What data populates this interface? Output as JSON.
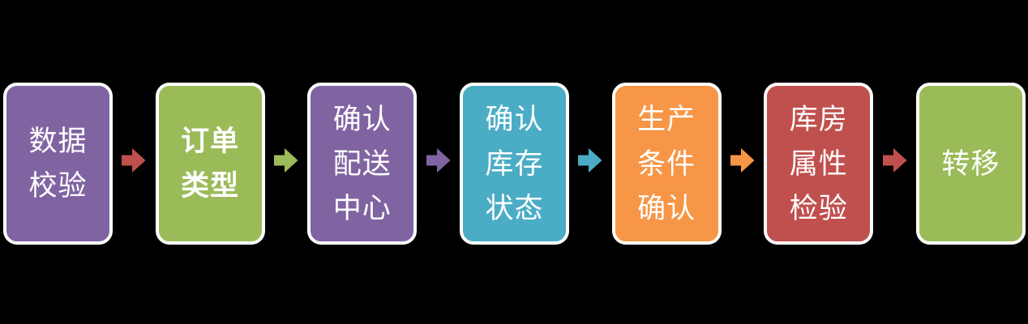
{
  "canvas": {
    "background": "#000000",
    "border_color": "#FFFFFF",
    "text_color": "#FFFFFF"
  },
  "diagram": {
    "type": "process-flow",
    "direction": "left-to-right",
    "steps": [
      {
        "id": 1,
        "label": "数据校验",
        "lines": [
          "数据",
          "校验"
        ],
        "fill": "#8064A2",
        "bold": false
      },
      {
        "id": 2,
        "label": "订单类型",
        "lines": [
          "订单",
          "类型"
        ],
        "fill": "#9BBB59",
        "bold": true
      },
      {
        "id": 3,
        "label": "确认配送中心",
        "lines": [
          "确认",
          "配送",
          "中心"
        ],
        "fill": "#8064A2",
        "bold": false
      },
      {
        "id": 4,
        "label": "确认库存状态",
        "lines": [
          "确认",
          "库存",
          "状态"
        ],
        "fill": "#4BACC6",
        "bold": false
      },
      {
        "id": 5,
        "label": "生产条件确认",
        "lines": [
          "生产",
          "条件",
          "确认"
        ],
        "fill": "#F79646",
        "bold": false
      },
      {
        "id": 6,
        "label": "库房属性检验",
        "lines": [
          "库房",
          "属性",
          "检验"
        ],
        "fill": "#C0504D",
        "bold": false
      },
      {
        "id": 7,
        "label": "转移",
        "lines": [
          "转移"
        ],
        "fill": "#9BBB59",
        "bold": false
      }
    ],
    "connectors": [
      {
        "from": 1,
        "to": 2,
        "shape": "block-arrow-right",
        "color": "#C0504D"
      },
      {
        "from": 2,
        "to": 3,
        "shape": "block-arrow-right",
        "color": "#9BBB59"
      },
      {
        "from": 3,
        "to": 4,
        "shape": "block-arrow-right",
        "color": "#8064A2"
      },
      {
        "from": 4,
        "to": 5,
        "shape": "block-arrow-right",
        "color": "#4BACC6"
      },
      {
        "from": 5,
        "to": 6,
        "shape": "block-arrow-right",
        "color": "#F79646"
      },
      {
        "from": 6,
        "to": 7,
        "shape": "block-arrow-right",
        "color": "#C0504D"
      }
    ]
  }
}
